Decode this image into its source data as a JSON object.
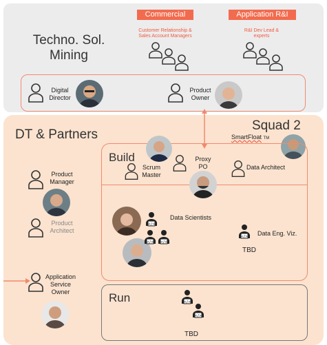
{
  "top": {
    "title_line1": "Techno. Sol.",
    "title_line2": "Mining",
    "commercial_tag": "Commercial",
    "commercial_sub1": "Customer Relationship &",
    "commercial_sub2": "Sales Account Managers",
    "appri_tag": "Application R&I",
    "appri_sub1": "R&I Dev Lead &",
    "appri_sub2": "experts",
    "digital_director_1": "Digital",
    "digital_director_2": "Director",
    "product_owner_1": "Product",
    "product_owner_2": "Owner"
  },
  "bottom": {
    "title": "DT & Partners",
    "squad_title": "Squad 2",
    "squad_sub": "SmartFloat",
    "squad_tm": "TM",
    "product_manager_1": "Product",
    "product_manager_2": "Manager",
    "product_architect_1": "Product",
    "product_architect_2": "Architect",
    "app_service_owner_1": "Application",
    "app_service_owner_2": "Service",
    "app_service_owner_3": "Owner"
  },
  "build": {
    "title": "Build",
    "scrum_master_1": "Scrum",
    "scrum_master_2": "Master",
    "proxy_po_1": "Proxy",
    "proxy_po_2": "PO",
    "data_architect": "Data Architect",
    "data_scientists": "Data Scientists",
    "data_eng_viz": "Data Eng. Viz.",
    "tbd": "TBD"
  },
  "run": {
    "title": "Run",
    "tbd": "TBD"
  },
  "colors": {
    "accent": "#f26b4e",
    "panel_grey": "#ececed",
    "panel_peach": "#fbe3cf",
    "box_border": "#f08a6e"
  }
}
